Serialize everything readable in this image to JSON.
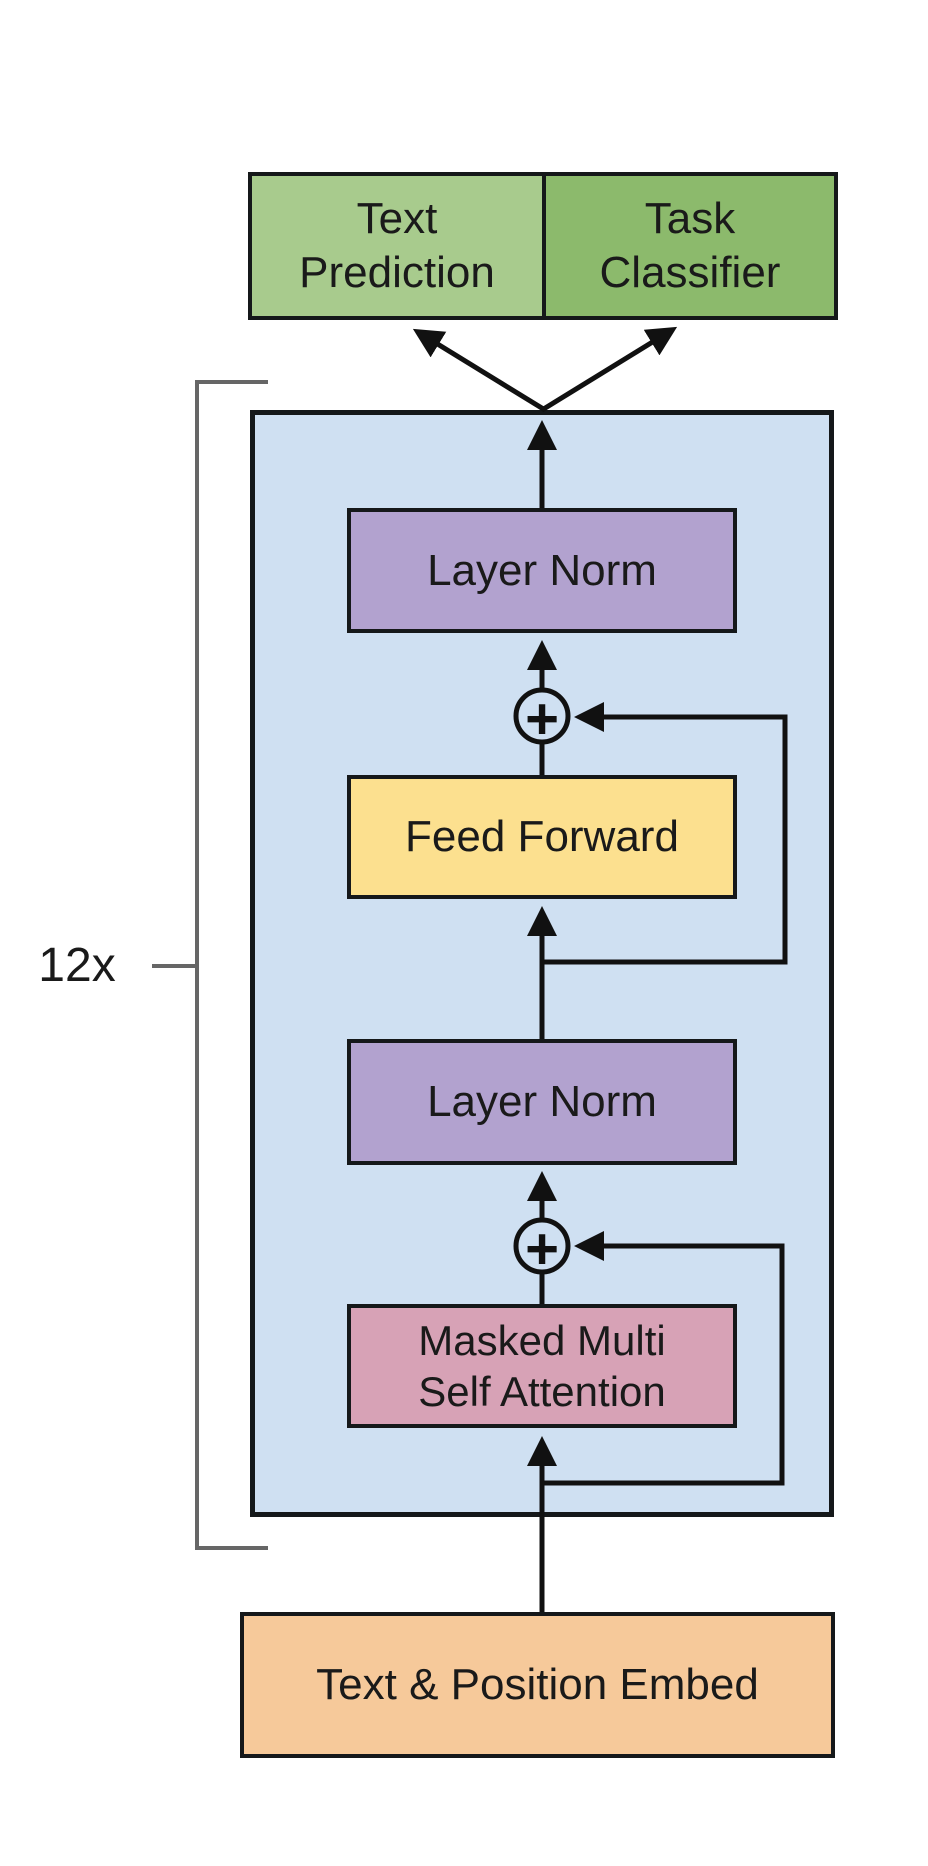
{
  "nodes": {
    "text_prediction": {
      "lines": [
        "Text",
        "Prediction"
      ],
      "fill": "#a8cb8d"
    },
    "task_classifier": {
      "lines": [
        "Task",
        "Classifier"
      ],
      "fill": "#8cba6c"
    },
    "transformer_block": {
      "fill": "#cfe0f2"
    },
    "layer_norm_top": {
      "label": "Layer Norm",
      "fill": "#b2a2cf"
    },
    "feed_forward": {
      "label": "Feed Forward",
      "fill": "#fce08f"
    },
    "layer_norm_mid": {
      "label": "Layer Norm",
      "fill": "#b2a2cf"
    },
    "masked_attention": {
      "lines": [
        "Masked Multi",
        "Self Attention"
      ],
      "fill": "#d7a2b6"
    },
    "embed": {
      "label": "Text & Position Embed",
      "fill": "#f6c99a"
    }
  },
  "annotations": {
    "repeat_count": "12x"
  },
  "icons": {
    "residual_add": "+"
  },
  "colors": {
    "arrow_line": "#111111",
    "box_border": "#15181a",
    "bracket": "#666666",
    "background": "#ffffff",
    "text": "#1a1a1a",
    "residual_circle_fill": "#cfe0f2"
  }
}
